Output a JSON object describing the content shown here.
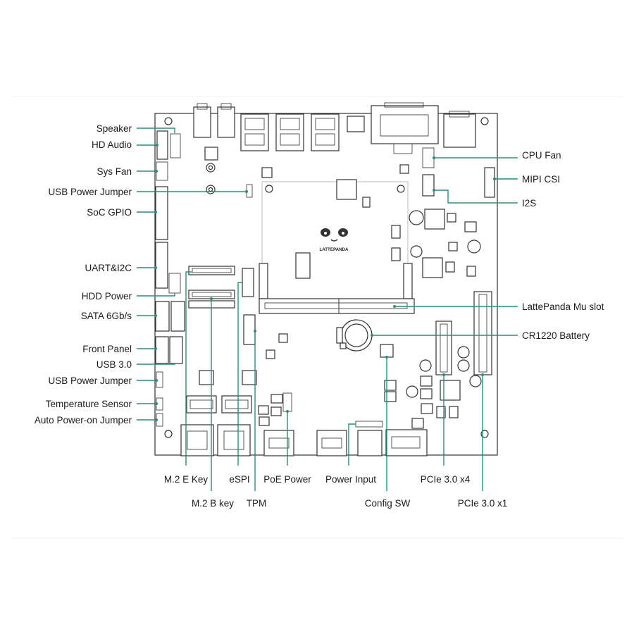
{
  "labels": {
    "speaker": "Speaker",
    "hd_audio": "HD Audio",
    "sys_fan": "Sys Fan",
    "usb_power_jumper_top": "USB Power Jumper",
    "soc_gpio": "SoC GPIO",
    "uart_i2c": "UART&I2C",
    "hdd_power": "HDD Power",
    "sata": "SATA 6Gb/s",
    "front_panel": "Front Panel",
    "usb3": "USB 3.0",
    "usb_power_jumper_bottom": "USB Power Jumper",
    "temperature_sensor": "Temperature Sensor",
    "auto_power_on_jumper": "Auto Power-on Jumper",
    "cpu_fan": "CPU Fan",
    "mipi_csi": "MIPI CSI",
    "i2s": "I2S",
    "mu_slot": "LattePanda Mu slot",
    "battery": "CR1220 Battery",
    "m2_e_key": "M.2 E Key",
    "m2_b_key": "M.2 B key",
    "espi": "eSPI",
    "tpm": "TPM",
    "poe_power": "PoE Power",
    "power_input": "Power Input",
    "config_sw": "Config SW",
    "pcie_x4": "PCIe 3.0 x4",
    "pcie_x1": "PCIe 3.0 x1"
  },
  "logo": {
    "text": "LATTEPANDA"
  },
  "colors": {
    "leader": "#2e8b78",
    "outline": "#333333",
    "label": "#1c1c1c"
  }
}
